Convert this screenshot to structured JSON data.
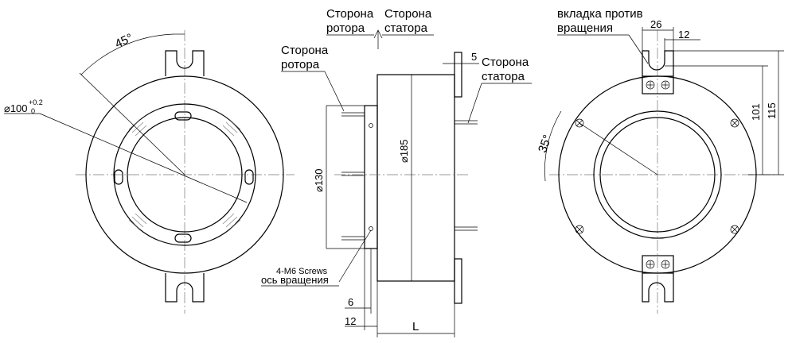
{
  "labels": {
    "rotor_side_top": "Сторона ротора",
    "stator_side_top": "Сторона статора",
    "rotor_side_left_1": "Сторона",
    "rotor_side_left_2": "ротора",
    "stator_side_right_1": "Сторона",
    "stator_side_right_2": "статора",
    "anti_rotation_tab_1": "вкладка против",
    "anti_rotation_tab_2": "вращения",
    "screws": "4-M6 Screws",
    "rotation_axis": "ось вращения"
  },
  "dimensions": {
    "angle_left": "45°",
    "angle_right": "35°",
    "bore_diameter": "⌀100",
    "bore_tol_upper": "+0.2",
    "bore_tol_lower": "0",
    "diameter_185": "⌀185",
    "diameter_130": "⌀130",
    "dim_5": "5",
    "dim_6": "6",
    "dim_12_bottom": "12",
    "dim_L": "L",
    "dim_26": "26",
    "dim_12_top": "12",
    "dim_101": "101",
    "dim_115": "115"
  }
}
